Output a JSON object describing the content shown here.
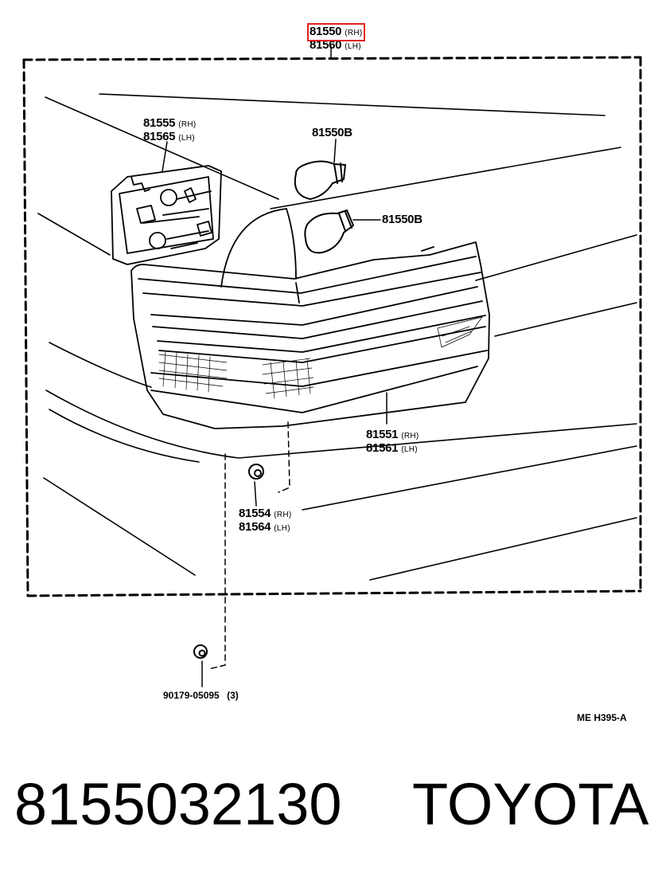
{
  "diagram": {
    "top_label": {
      "rh_number": "81550",
      "rh_suffix": "(RH)",
      "lh_number": "81560",
      "lh_suffix": "(LH)"
    },
    "socket_label": {
      "rh_number": "81555",
      "rh_suffix": "(RH)",
      "lh_number": "81565",
      "lh_suffix": "(LH)"
    },
    "bulb_label_1": "81550B",
    "bulb_label_2": "81550B",
    "lens_label": {
      "rh_number": "81551",
      "rh_suffix": "(RH)",
      "lh_number": "81561",
      "lh_suffix": "(LH)"
    },
    "gasket_label": {
      "rh_number": "81554",
      "rh_suffix": "(RH)",
      "lh_number": "81564",
      "lh_suffix": "(LH)"
    },
    "nut_label": {
      "number": "90179-05095",
      "qty": "(3)"
    },
    "diagram_code": "ME H395-A",
    "highlight_color": "#e02020"
  },
  "footer": {
    "part_number": "8155032130",
    "brand": "TOYOTA"
  }
}
